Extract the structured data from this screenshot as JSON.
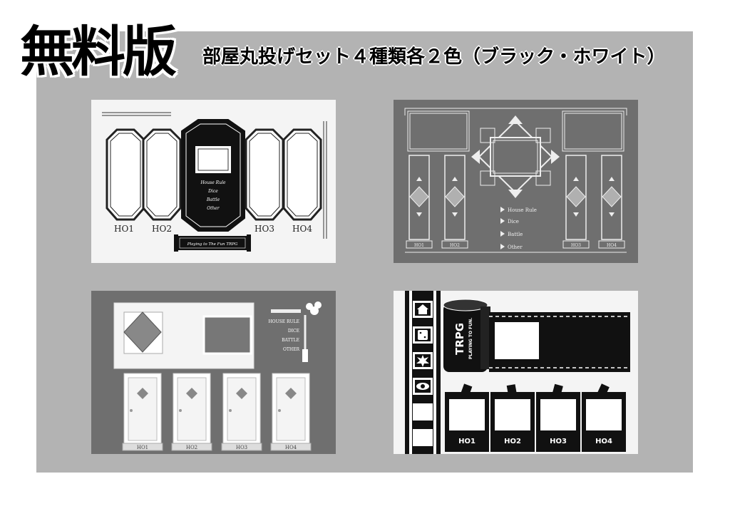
{
  "header": {
    "badge": "無料版",
    "title": "部屋丸投げセット４種類各２色（ブラック・ホワイト）"
  },
  "colors": {
    "panel": "#b3b3b3",
    "dark_gray": "#6f6f6f",
    "black": "#111111",
    "white": "#ffffff"
  },
  "card1": {
    "menu": [
      "House Rule",
      "Dice",
      "Battle",
      "Other"
    ],
    "slots": [
      "HO1",
      "HO2",
      "HO3",
      "HO4"
    ],
    "banner": "Playing to The Fun TRPG"
  },
  "card2": {
    "menu": [
      "House Rule",
      "Dice",
      "Battle",
      "Other"
    ],
    "slots": [
      "HO1",
      "HO2",
      "HO3",
      "HO4"
    ]
  },
  "card3": {
    "menu": [
      "HOUSE RULE",
      "DICE",
      "BATTLE",
      "OTHER"
    ],
    "slots": [
      "HO1",
      "HO2",
      "HO3",
      "HO4"
    ]
  },
  "card4": {
    "can_title": "TRPG",
    "can_sub": "PLAYING TO FUN.",
    "icons": [
      "house-icon",
      "dice-icon",
      "explosion-icon",
      "eye-icon"
    ],
    "slots": [
      "HO1",
      "HO2",
      "HO3",
      "HO4"
    ]
  }
}
